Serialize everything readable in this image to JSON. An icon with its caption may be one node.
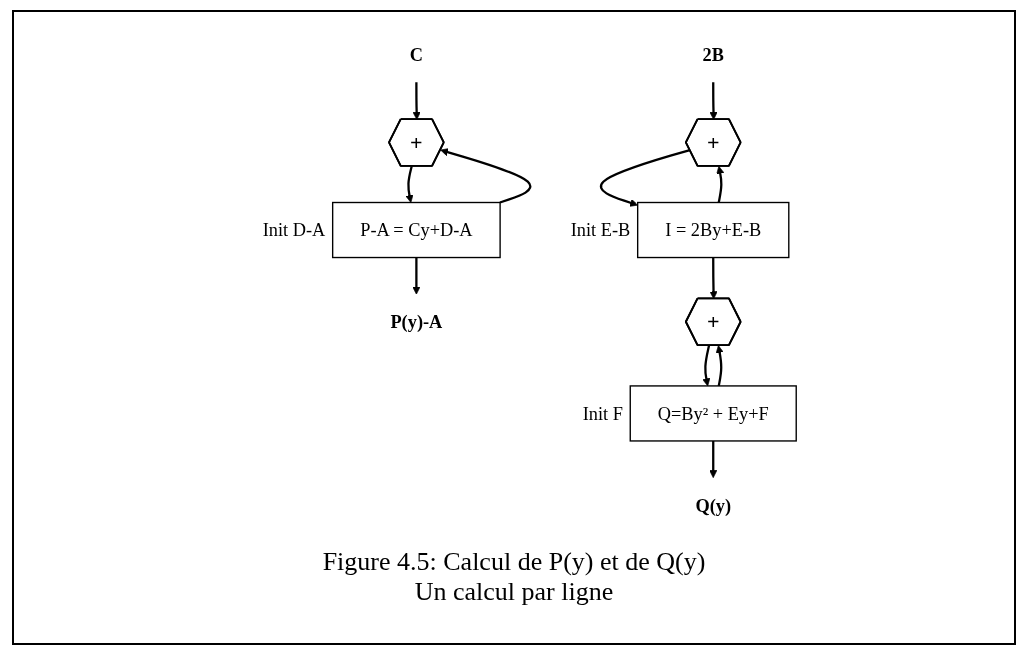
{
  "diagram": {
    "caption": "Figure 4.5: Calcul de P(y) et de Q(y) Un calcul par ligne",
    "nodes": [
      {
        "text": [
          "C"
        ]
      },
      {
        "text": [
          "+"
        ]
      },
      {
        "text": [
          "P-A  = Cy+D-A"
        ],
        "beside": [
          "Init D-A"
        ]
      },
      {
        "text": [
          "P(y)-A"
        ]
      },
      {
        "text": [
          "2B"
        ]
      },
      {
        "text": [
          "+"
        ]
      },
      {
        "text": [
          "I = 2By+E-B"
        ],
        "beside": [
          "Init E-B"
        ]
      },
      {
        "text": [
          "+"
        ]
      },
      {
        "text": [
          "Q=By² + Ey+F"
        ],
        "beside": [
          "Init F"
        ]
      },
      {
        "text": [
          "Q(y)"
        ]
      }
    ],
    "edges": [
      {
        "from": 0,
        "to": 1,
        "arrow": "to"
      },
      {
        "from": 2,
        "to": 1,
        "arrow": "to"
      },
      {
        "from": 1,
        "to": 2,
        "arrow": "to"
      },
      {
        "from": 2,
        "to": 3,
        "arrow": "to"
      },
      {
        "from": 4,
        "to": 5,
        "arrow": "to"
      },
      {
        "from": 6,
        "to": 5,
        "arrow": "to"
      },
      {
        "from": 5,
        "to": 6,
        "arrow": "to"
      },
      {
        "from": 6,
        "to": 7,
        "arrow": "to"
      },
      {
        "from": 8,
        "to": 7,
        "arrow": "to"
      },
      {
        "from": 7,
        "to": 8,
        "arrow": "to"
      },
      {
        "from": 8,
        "to": 9,
        "arrow": "to"
      }
    ]
  }
}
